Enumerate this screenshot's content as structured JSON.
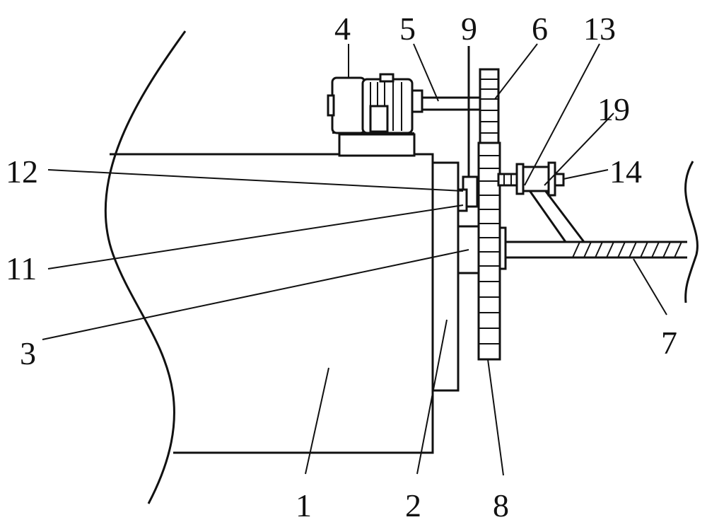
{
  "figure": {
    "labels": {
      "l1": "1",
      "l2": "2",
      "l3": "3",
      "l4": "4",
      "l5": "5",
      "l6": "6",
      "l7": "7",
      "l8": "8",
      "l9": "9",
      "l11": "11",
      "l12": "12",
      "l13": "13",
      "l14": "14",
      "l19": "19"
    }
  }
}
